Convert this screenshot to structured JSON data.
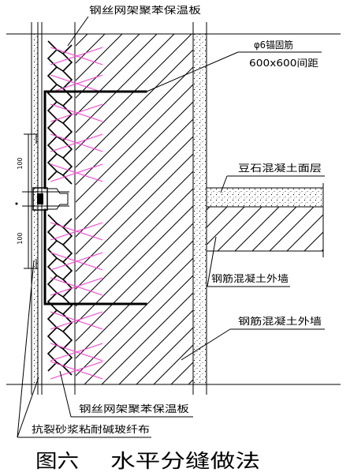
{
  "labels": {
    "top_insulation_board": "钢丝网架聚苯保温板",
    "anchor_bar": "φ6锚固筋",
    "anchor_spacing": "600x600间距",
    "pea_gravel_screed": "豆石混凝土面层",
    "rc_wall_upper": "钢筋混凝土外墙",
    "rc_wall_lower": "钢筋混凝土外墙",
    "bottom_insulation_board": "钢丝网架聚苯保温板",
    "anti_crack_mortar": "抗裂砂浆粘耐碱玻纤布"
  },
  "dimensions": {
    "upper": "100",
    "lower": "100"
  },
  "caption": {
    "figure_number": "图六",
    "title": "水平分缝做法"
  },
  "colors": {
    "ink": "#000000",
    "anchor_wire": "#ff3fd0",
    "paper": "#ffffff"
  }
}
